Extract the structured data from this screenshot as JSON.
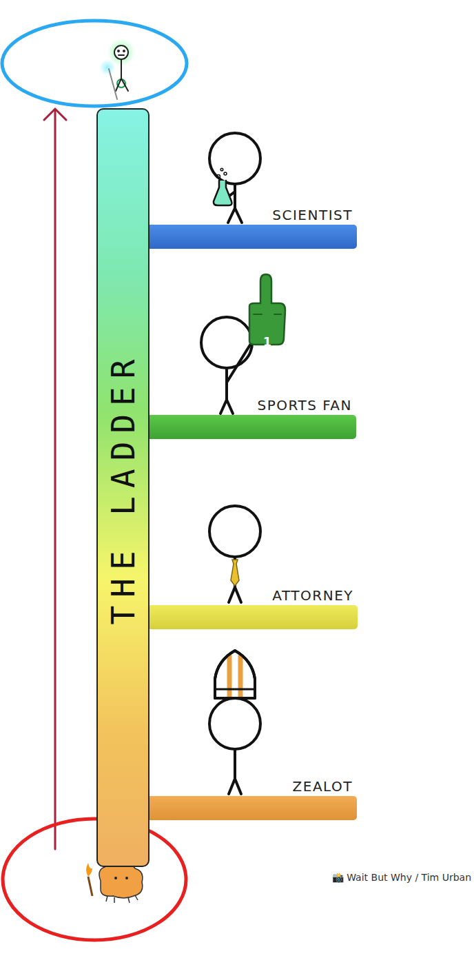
{
  "diagram": {
    "nodes": [
      {
        "text": [
          "THE LADDER"
        ]
      },
      {
        "text": [
          "SCIENTIST"
        ]
      },
      {
        "text": [
          "SPORTS FAN"
        ]
      },
      {
        "text": [
          "ATTORNEY"
        ]
      },
      {
        "text": [
          "ZEALOT"
        ]
      }
    ],
    "labels": [
      "1",
      "📸 Wait But Why / Tim Urban"
    ]
  }
}
